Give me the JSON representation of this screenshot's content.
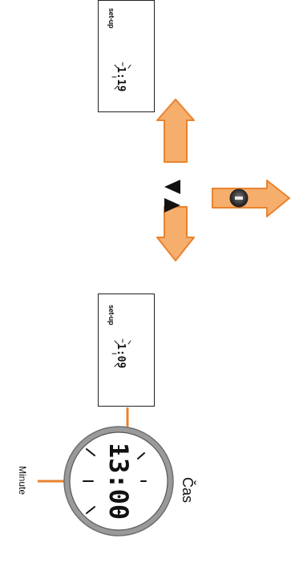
{
  "screen_top": {
    "label": "set-up",
    "value": "1:19"
  },
  "screen_bottom": {
    "label": "set-up",
    "value": "1:09"
  },
  "nav": {
    "up_icon": "triangle-up-icon",
    "down_icon": "triangle-down-icon",
    "confirm_icon": "circle-button-icon"
  },
  "watch": {
    "time": "13:00"
  },
  "labels": {
    "minute": "Minute",
    "cas": "Čas"
  },
  "colors": {
    "arrow_fill": "#f6ae6c",
    "arrow_stroke": "#e9822f",
    "ring": "#9a9a9a",
    "ink": "#111111"
  }
}
